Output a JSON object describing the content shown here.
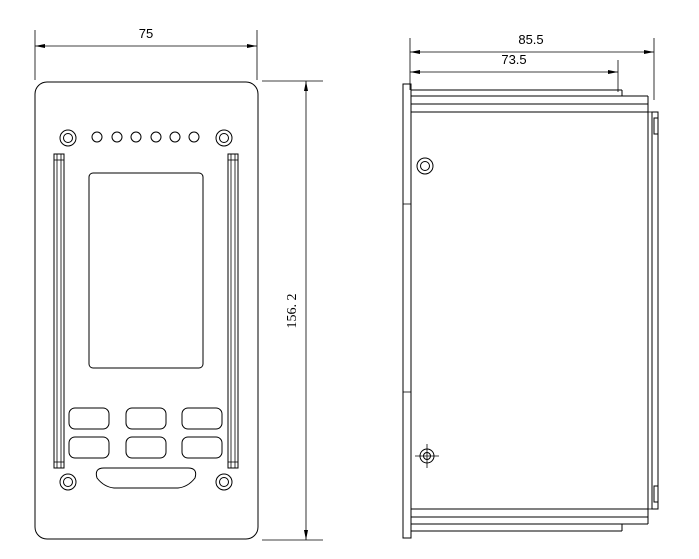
{
  "front_view": {
    "width_dim": "75",
    "height_dim": "156. 2"
  },
  "side_view": {
    "depth_dim": "85.5",
    "body_depth_dim": "73.5"
  }
}
